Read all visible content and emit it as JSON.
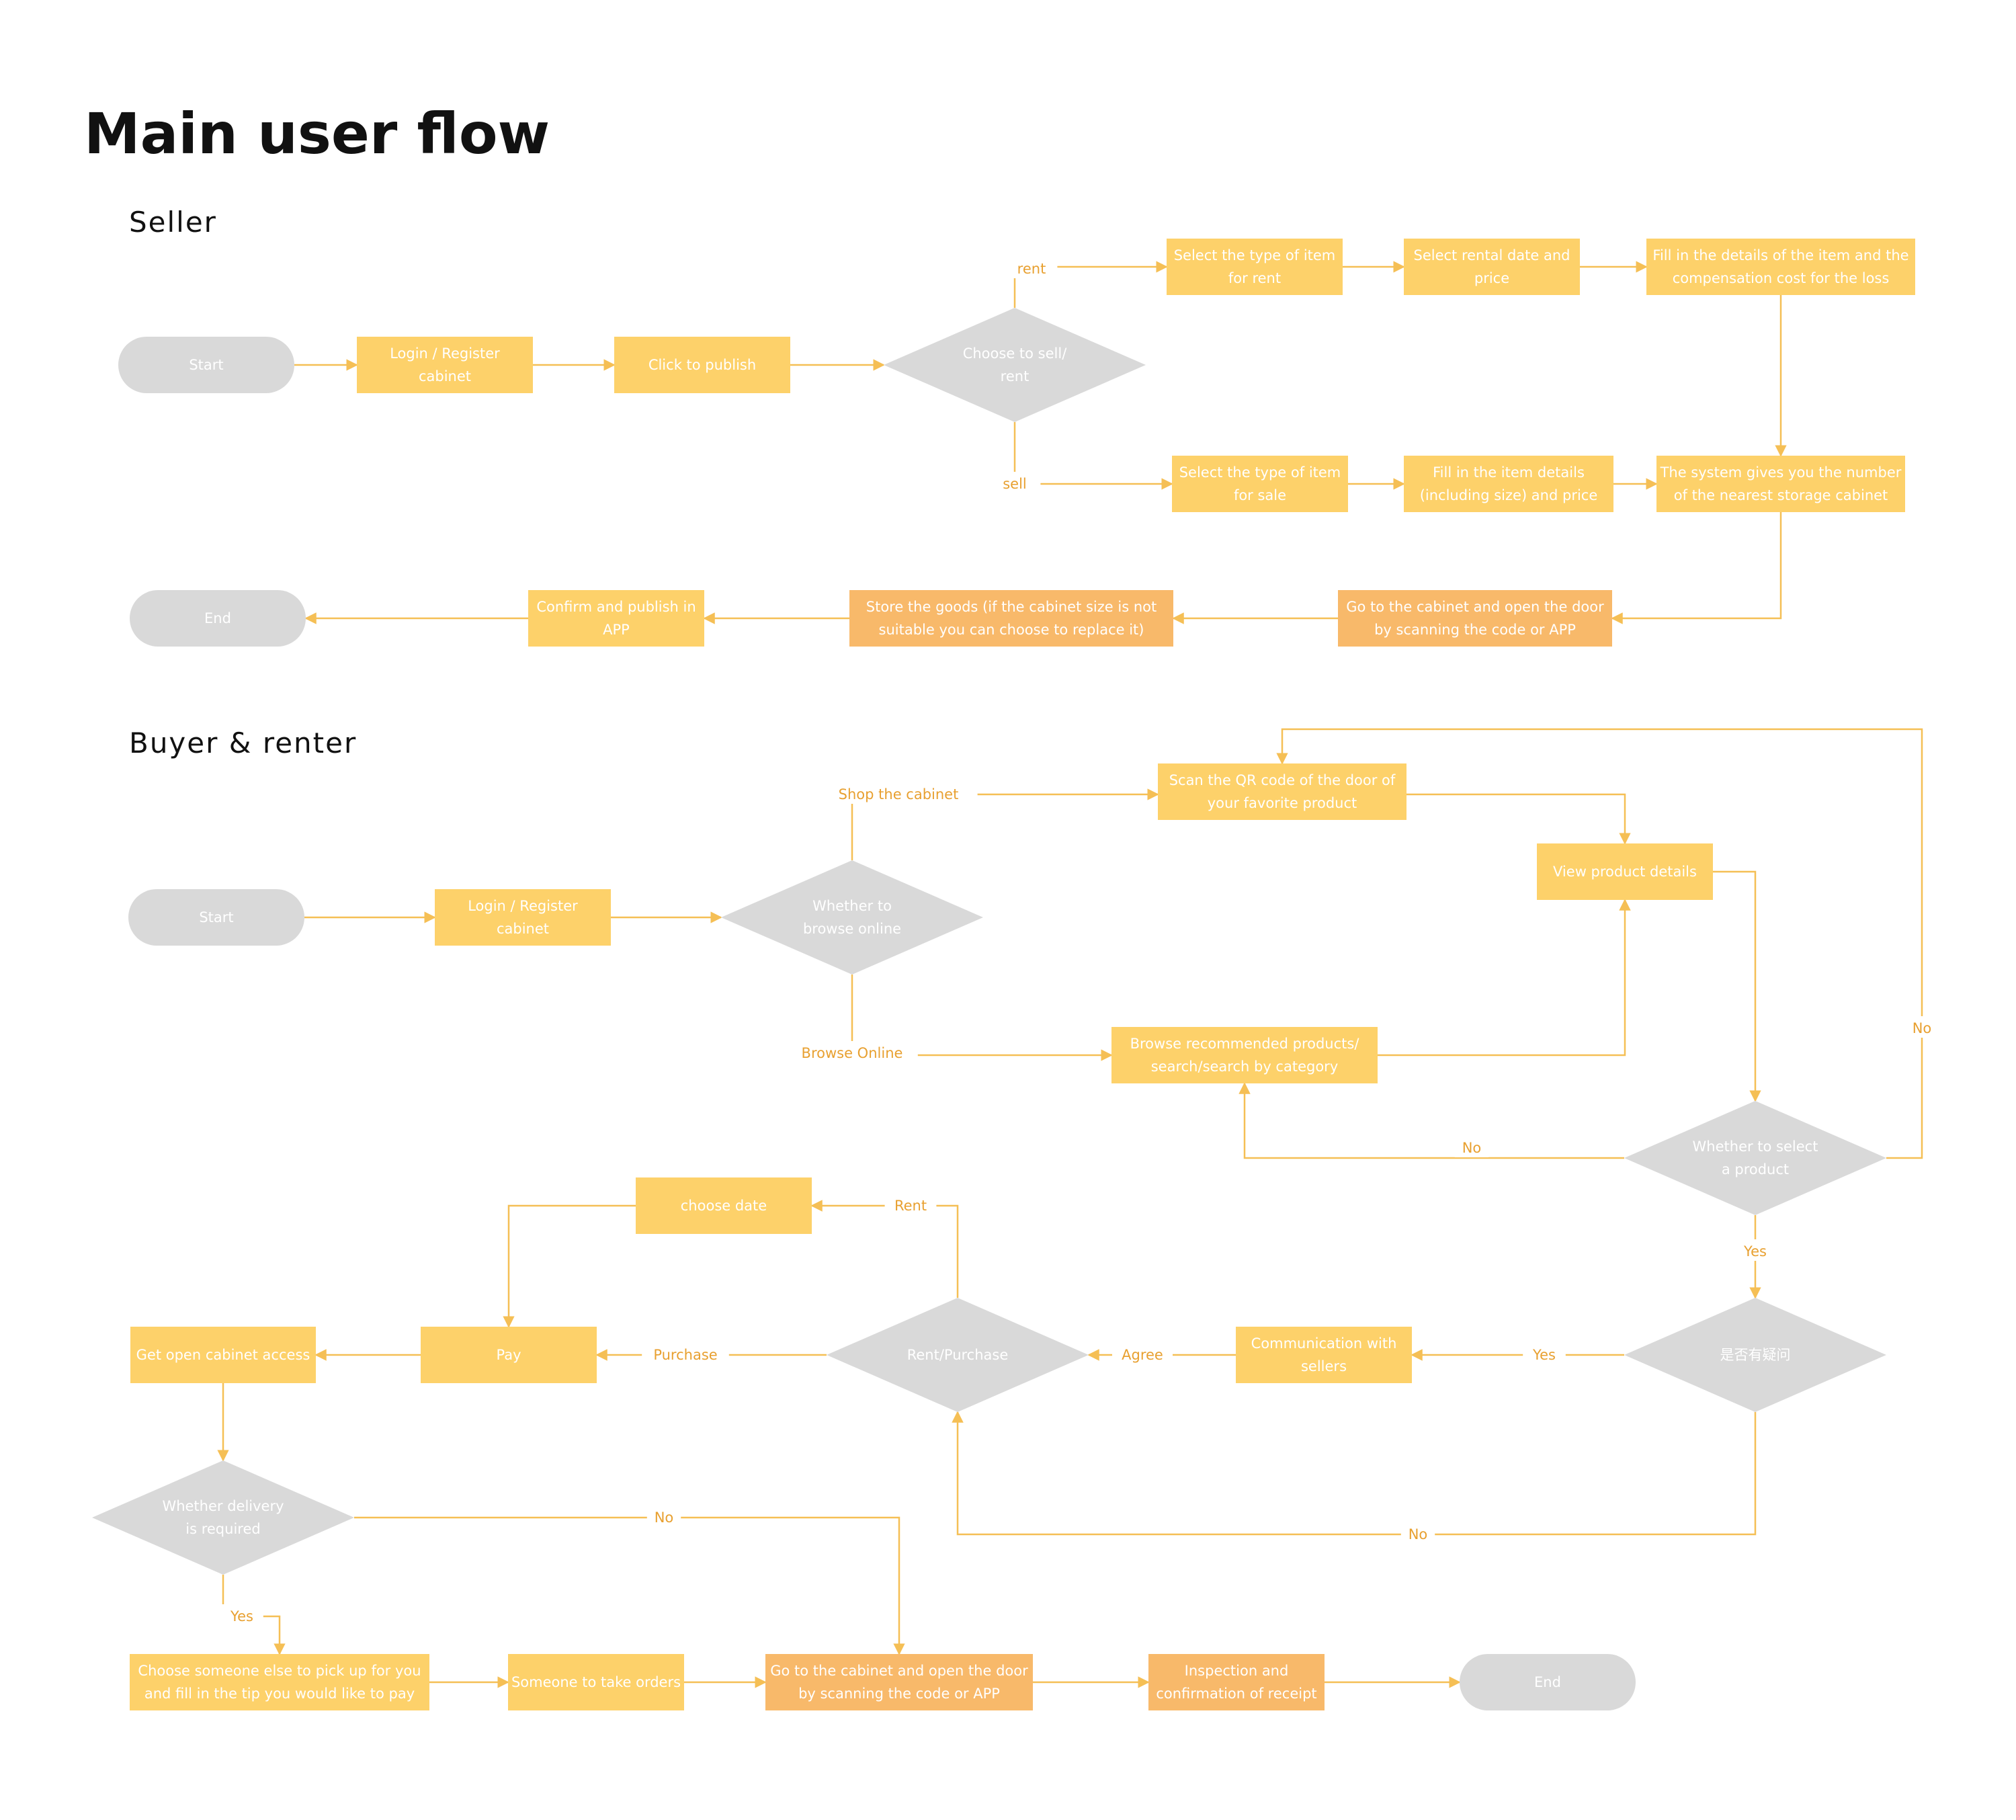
{
  "title": "Main user flow",
  "colors": {
    "box": "#fdd16a",
    "box_orange": "#f8b96a",
    "gray": "#d9d9d9",
    "edge": "#f5bf55",
    "edge_label": "#e8a030",
    "text_light": "#ffffff"
  },
  "seller": {
    "heading": "Seller",
    "nodes": {
      "start": "Start",
      "login": [
        "Login / Register",
        "cabinet"
      ],
      "publish": "Click to publish",
      "choose": [
        "Choose to sell/",
        "rent"
      ],
      "rent_type": [
        "Select the type of item",
        "for rent"
      ],
      "rent_date": [
        "Select rental date and",
        "price"
      ],
      "rent_details": [
        "Fill in the details of the item and the",
        "compensation cost for the loss"
      ],
      "sale_type": [
        "Select the type of item",
        "for sale"
      ],
      "sale_details": [
        "Fill in the item details",
        "(including size) and price"
      ],
      "system": [
        "The system gives you the number",
        "of the nearest storage cabinet"
      ],
      "goto": [
        "Go to the cabinet and open the door",
        "by scanning the code or APP"
      ],
      "store": [
        "Store the goods (if the cabinet size is not",
        "suitable you can choose to replace it)"
      ],
      "confirm": [
        "Confirm and publish in",
        "APP"
      ],
      "end": "End"
    },
    "labels": {
      "rent": "rent",
      "sell": "sell"
    }
  },
  "buyer": {
    "heading": "Buyer & renter",
    "nodes": {
      "start": "Start",
      "login": [
        "Login / Register",
        "cabinet"
      ],
      "browse_q": [
        "Whether to",
        "browse online"
      ],
      "scan": [
        "Scan the QR code of the door of",
        "your favorite product"
      ],
      "view": "View product details",
      "browse": [
        "Browse recommended products/",
        "search/search by category"
      ],
      "select_q": [
        "Whether to select",
        "a product"
      ],
      "doubt_q": "是否有疑问",
      "comm": [
        "Communication with",
        "sellers"
      ],
      "rentpurchase": "Rent/Purchase",
      "choose_date": "choose date",
      "pay": "Pay",
      "access": "Get open cabinet access",
      "delivery_q": [
        "Whether delivery",
        "is required"
      ],
      "pickup": [
        "Choose someone else to pick up for you",
        "and fill in the tip you would like to pay"
      ],
      "orders": "Someone to take orders",
      "goto": [
        "Go to the cabinet and open the door",
        "by scanning the code or APP"
      ],
      "inspect": [
        "Inspection and",
        "confirmation of receipt"
      ],
      "end": "End"
    },
    "labels": {
      "shop": "Shop the cabinet",
      "browse_online": "Browse Online",
      "no_right": "No",
      "no_left": "No",
      "yes_select": "Yes",
      "yes_doubt": "Yes",
      "agree": "Agree",
      "rent": "Rent",
      "purchase": "Purchase",
      "no_doubt": "No",
      "no_delivery": "No",
      "yes_delivery": "Yes"
    }
  }
}
